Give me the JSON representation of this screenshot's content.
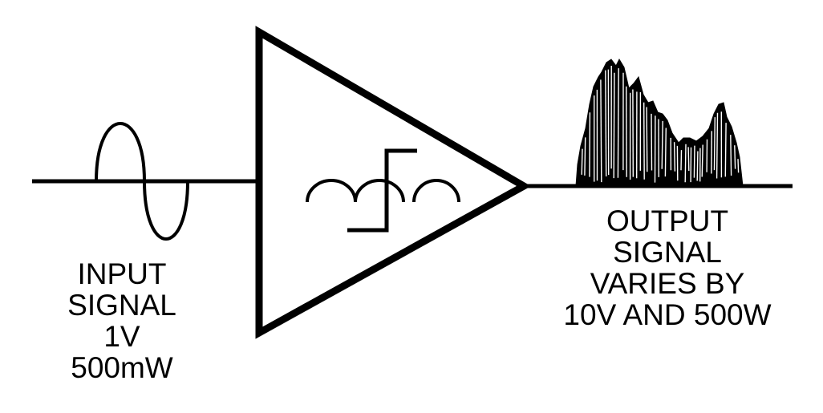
{
  "colors": {
    "ink": "#000000",
    "background": "#ffffff"
  },
  "input_label": {
    "lines": [
      "INPUT",
      "SIGNAL",
      "1V",
      "500mW"
    ]
  },
  "output_label": {
    "lines": [
      "OUTPUT",
      "SIGNAL",
      "VARIES BY",
      "10V AND 500W"
    ]
  },
  "icons": {
    "amplifier": "amplifier-triangle-icon",
    "input_wave": "sine-wave-icon",
    "internal_symbol": "audio-waveform-step-icon",
    "output_wave": "noisy-waveform-icon"
  }
}
